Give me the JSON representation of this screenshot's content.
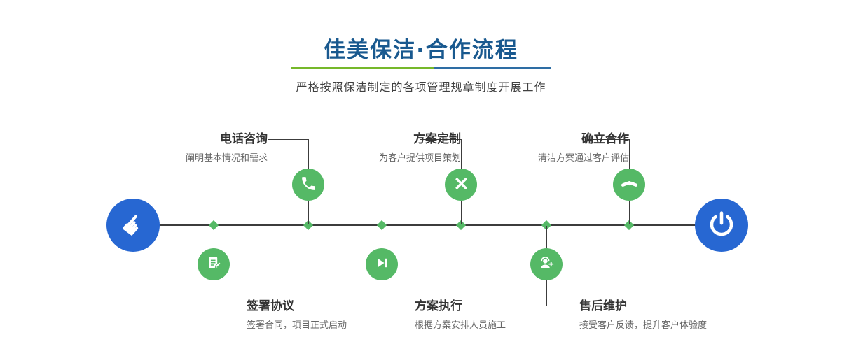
{
  "header": {
    "title": "佳美保洁·合作流程",
    "subtitle": "严格按照保洁制定的各项管理规章制度开展工作"
  },
  "colors": {
    "title_blue": "#19598f",
    "accent_green": "#55b966",
    "accent_blue": "#2767d2",
    "divider_green": "#76b82a",
    "divider_blue": "#2e6da4",
    "line_gray": "#3c3c3c"
  },
  "flow": {
    "start_icon": "pointing-hand-icon",
    "end_icon": "power-icon",
    "top_steps": [
      {
        "title": "电话咨询",
        "desc": "阐明基本情况和需求",
        "icon": "phone-icon"
      },
      {
        "title": "方案定制",
        "desc": "为客户提供项目策划",
        "icon": "design-tools-icon"
      },
      {
        "title": "确立合作",
        "desc": "清洁方案通过客户评估",
        "icon": "handshake-icon"
      }
    ],
    "bottom_steps": [
      {
        "title": "签署协议",
        "desc": "签署合同，项目正式启动",
        "icon": "contract-icon"
      },
      {
        "title": "方案执行",
        "desc": "根据方案安排人员施工",
        "icon": "play-forward-icon"
      },
      {
        "title": "售后维护",
        "desc": "接受客户反馈，提升客户体验度",
        "icon": "customer-support-icon"
      }
    ]
  }
}
